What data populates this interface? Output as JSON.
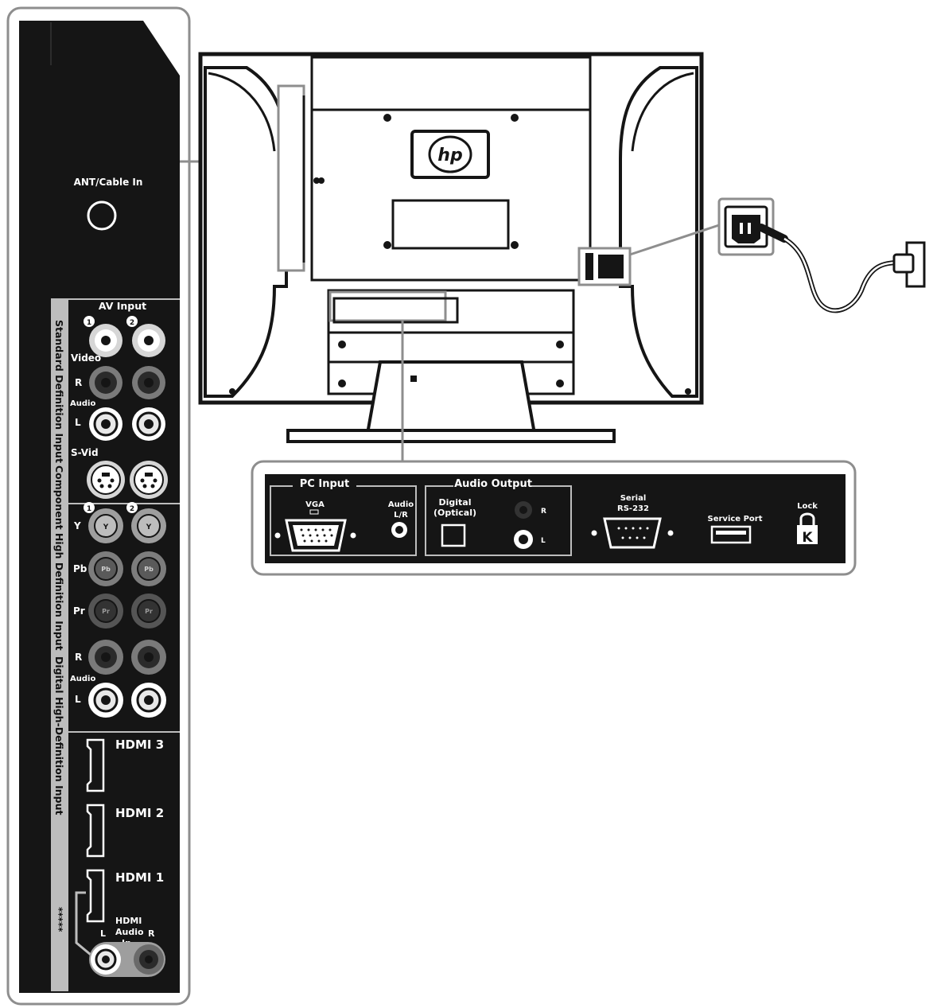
{
  "side_panel": {
    "ant_label": "ANT/Cable In",
    "av_input_label": "AV Input",
    "num_1": "1",
    "num_2": "2",
    "video_label": "Video",
    "r_label": "R",
    "audio_label": "Audio",
    "l_label": "L",
    "svid_label": "S-Vid",
    "y_label": "Y",
    "pb_label": "Pb",
    "pr_label": "Pr",
    "y_jack": "Y",
    "pb_jack": "Pb",
    "pr_jack": "Pr",
    "hdmi3_label": "HDMI 3",
    "hdmi2_label": "HDMI 2",
    "hdmi1_label": "HDMI 1",
    "hdmi_audio_1": "HDMI",
    "hdmi_audio_2": "Audio",
    "hdmi_audio_3": "In",
    "hdmi_audio_l": "L",
    "hdmi_audio_r": "R",
    "stars": "*****",
    "section_sd": "Standard Definition Input",
    "section_comp": "Component High Definition Input",
    "section_digital": "Digital High-Definition Input"
  },
  "tv": {
    "logo": "hp"
  },
  "bottom_panel": {
    "pc_input_label": "PC Input",
    "vga_label": "VGA",
    "audio_lr_1": "Audio",
    "audio_lr_2": "L/R",
    "audio_output_label": "Audio Output",
    "digital_1": "Digital",
    "digital_2": "(Optical)",
    "r_label": "R",
    "l_label": "L",
    "serial_1": "Serial",
    "serial_2": "RS-232",
    "service_port": "Service Port",
    "lock": "Lock"
  }
}
